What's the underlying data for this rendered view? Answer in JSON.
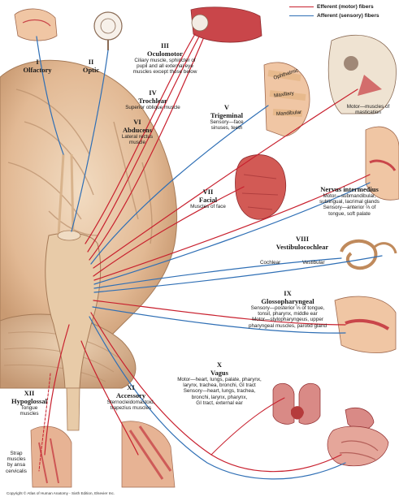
{
  "legend": [
    {
      "label": "Efferent (motor) fibers",
      "color": "#c8202e"
    },
    {
      "label": "Afferent (sensory) fibers",
      "color": "#2f6fb5"
    }
  ],
  "colors": {
    "efferent": "#c8202e",
    "afferent": "#2f6fb5",
    "brain": "#e9c9a8",
    "brain_dark": "#b88d6a",
    "skin": "#f0c6a4",
    "muscle": "#c9464a"
  },
  "nerves": {
    "olfactory": {
      "num": "I",
      "name": "Olfactory"
    },
    "optic": {
      "num": "II",
      "name": "Optic"
    },
    "oculomotor": {
      "num": "III",
      "name": "Oculomotor",
      "desc": [
        "Ciliary muscle, sphincter of",
        "pupil and all external eye",
        "muscles except those below"
      ]
    },
    "trochlear": {
      "num": "IV",
      "name": "Trochlear",
      "desc": [
        "Superior oblique muscle"
      ]
    },
    "abducens": {
      "num": "VI",
      "name": "Abducens",
      "desc": [
        "Lateral rectus",
        "muscle"
      ]
    },
    "trigeminal": {
      "num": "V",
      "name": "Trigeminal",
      "desc": [
        "Sensory—face",
        "sinuses, teeth"
      ],
      "motor": [
        "Motor—muscles of",
        "mastication"
      ],
      "branches": [
        "Ophthalmic",
        "Maxillary",
        "Mandibular"
      ]
    },
    "facial": {
      "num": "VII",
      "name": "Facial",
      "desc": [
        "Muscles of face"
      ]
    },
    "intermedius": {
      "name": "Nervus intermedius",
      "desc": [
        "Motor—submandibular,",
        "sublingual, lacrimal glands",
        "Sensory—anterior ⅔ of",
        "tongue, soft palate"
      ]
    },
    "vestibulocochlear": {
      "num": "VIII",
      "name": "Vestibulocochlear",
      "cochlear": "Cochlear",
      "vestibular": "Vestibular"
    },
    "glossopharyngeal": {
      "num": "IX",
      "name": "Glossopharyngeal",
      "desc": [
        "Sensory—posterior ⅓ of tongue,",
        "tonsil, pharynx, middle ear",
        "Motor—stylopharyngeus, upper",
        "pharyngeal muscles, parotid gland"
      ]
    },
    "vagus": {
      "num": "X",
      "name": "Vagus",
      "desc": [
        "Motor—heart, lungs, palate, pharynx,",
        "larynx, trachea, bronchi, GI tract",
        "Sensory—heart, lungs, trachea,",
        "bronchi, larynx, pharynx,",
        "GI tract, external ear"
      ]
    },
    "accessory": {
      "num": "XI",
      "name": "Accessory",
      "desc": [
        "Sternocleidomastoid,",
        "trapezius muscles"
      ]
    },
    "hypoglossal": {
      "num": "XII",
      "name": "Hypoglossal",
      "desc": [
        "Tongue",
        "muscles"
      ]
    },
    "strap": {
      "desc": [
        "Strap",
        "muscles",
        "by ansa",
        "cervicalis"
      ]
    }
  },
  "copyright": "Copyright © Atlas of Human Anatomy - Sixth Edition, Elsevier Inc."
}
